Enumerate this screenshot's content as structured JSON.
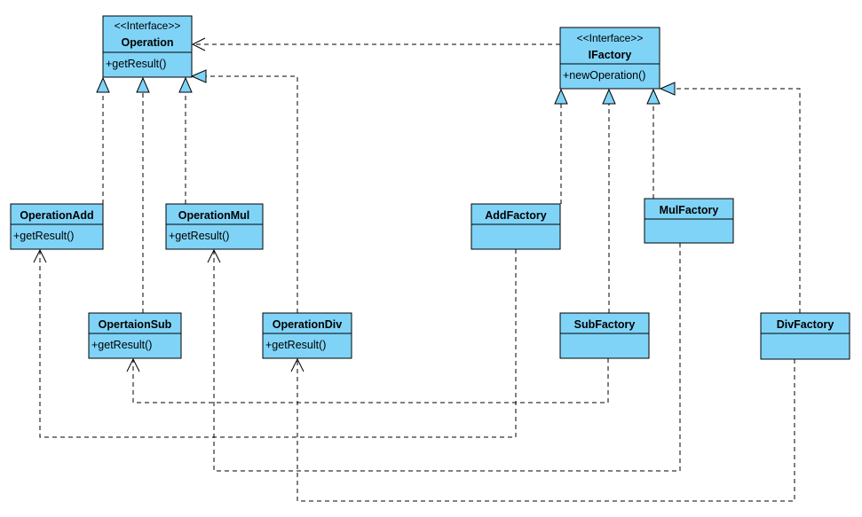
{
  "classes": {
    "operation": {
      "stereotype": "<<Interface>>",
      "name": "Operation",
      "members": [
        "+getResult()"
      ]
    },
    "ifactory": {
      "stereotype": "<<Interface>>",
      "name": "IFactory",
      "members": [
        "+newOperation()"
      ]
    },
    "operationAdd": {
      "name": "OperationAdd",
      "members": [
        "+getResult()"
      ]
    },
    "operationMul": {
      "name": "OperationMul",
      "members": [
        "+getResult()"
      ]
    },
    "operationSub": {
      "name": "OpertaionSub",
      "members": [
        "+getResult()"
      ]
    },
    "operationDiv": {
      "name": "OperationDiv",
      "members": [
        "+getResult()"
      ]
    },
    "addFactory": {
      "name": "AddFactory",
      "members": []
    },
    "mulFactory": {
      "name": "MulFactory",
      "members": []
    },
    "subFactory": {
      "name": "SubFactory",
      "members": []
    },
    "divFactory": {
      "name": "DivFactory",
      "members": []
    }
  },
  "relations": [
    {
      "type": "realization",
      "from": "operationAdd",
      "to": "operation"
    },
    {
      "type": "realization",
      "from": "operationSub",
      "to": "operation"
    },
    {
      "type": "realization",
      "from": "operationMul",
      "to": "operation"
    },
    {
      "type": "realization",
      "from": "operationDiv",
      "to": "operation"
    },
    {
      "type": "realization",
      "from": "addFactory",
      "to": "ifactory"
    },
    {
      "type": "realization",
      "from": "subFactory",
      "to": "ifactory"
    },
    {
      "type": "realization",
      "from": "mulFactory",
      "to": "ifactory"
    },
    {
      "type": "realization",
      "from": "divFactory",
      "to": "ifactory"
    },
    {
      "type": "dependency",
      "from": "ifactory",
      "to": "operation"
    },
    {
      "type": "dependency",
      "from": "addFactory",
      "to": "operationAdd"
    },
    {
      "type": "dependency",
      "from": "subFactory",
      "to": "operationSub"
    },
    {
      "type": "dependency",
      "from": "mulFactory",
      "to": "operationMul"
    },
    {
      "type": "dependency",
      "from": "divFactory",
      "to": "operationDiv"
    }
  ],
  "colors": {
    "class_fill": "#7fd3f7",
    "line": "#000000",
    "background": "#ffffff"
  }
}
